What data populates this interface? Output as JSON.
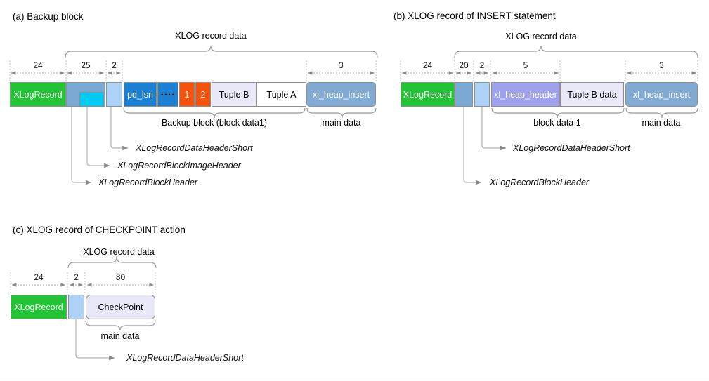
{
  "palette": {
    "xlogrecord_green": "#22C436",
    "block_header_steel_blue": "#7AA9D4",
    "block_image_cyan": "#00CBF5",
    "data_header_light_blue": "#ADD2F8",
    "page_header_blue": "#1B80D2",
    "linp_orange": "#F5520C",
    "heap_header_periwinkle": "#9FA1EC",
    "tuple_lavender": "#E8E8F8",
    "main_data_gray_blue": "#82ABD3",
    "line_gray": "#9A9A9A"
  },
  "diagram_a": {
    "title": "(a) Backup block",
    "xlog_record_data_label": "XLOG record data",
    "dims": {
      "d24": "24",
      "d25": "25",
      "d2": "2",
      "d3": "3"
    },
    "blocks": {
      "xlogrecord": "XLogRecord",
      "pd_lsn": "pd_lsn",
      "dots": "....",
      "one": "1",
      "two": "2",
      "tuple_b": "Tuple B",
      "tuple_a": "Tuple A",
      "xl_heap_insert": "xl_heap_insert"
    },
    "group_labels": {
      "backup_block": "Backup block (block data1)",
      "main_data": "main data"
    },
    "struct_labels": {
      "data_header_short": "XLogRecordDataHeaderShort",
      "block_image_header": "XLogRecordBlockImageHeader",
      "block_header": "XLogRecordBlockHeader"
    }
  },
  "diagram_b": {
    "title": "(b) XLOG record of INSERT statement",
    "xlog_record_data_label": "XLOG record data",
    "dims": {
      "d24": "24",
      "d20": "20",
      "d2": "2",
      "d5": "5",
      "d3": "3"
    },
    "blocks": {
      "xlogrecord": "XLogRecord",
      "xl_heap_header": "xl_heap_header",
      "tuple_b_data": "Tuple B data",
      "xl_heap_insert": "xl_heap_insert"
    },
    "group_labels": {
      "block_data_1": "block data 1",
      "main_data": "main data"
    },
    "struct_labels": {
      "data_header_short": "XLogRecordDataHeaderShort",
      "block_header": "XLogRecordBlockHeader"
    }
  },
  "diagram_c": {
    "title": "(c) XLOG record of CHECKPOINT action",
    "xlog_record_data_label": "XLOG record data",
    "dims": {
      "d24": "24",
      "d2": "2",
      "d80": "80"
    },
    "blocks": {
      "xlogrecord": "XLogRecord",
      "checkpoint": "CheckPoint"
    },
    "group_labels": {
      "main_data": "main data"
    },
    "struct_labels": {
      "data_header_short": "XLogRecordDataHeaderShort"
    }
  }
}
